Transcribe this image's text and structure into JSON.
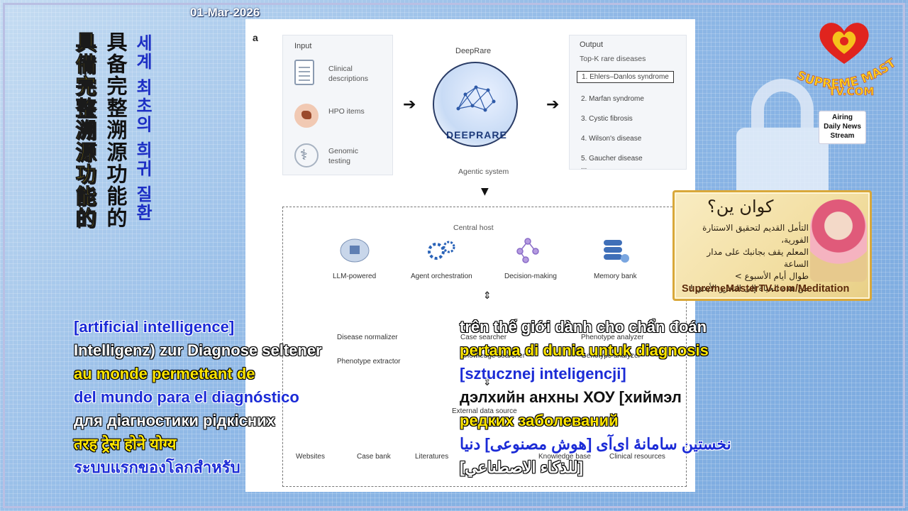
{
  "date": "01-Mar-2026",
  "vertical_captions": {
    "yellow": "具備完整溯源功能的",
    "black": "具备完整溯源功能的",
    "blue": "세계 최초의 희귀 질환"
  },
  "figure": {
    "panel_letter": "a",
    "input_title": "Input",
    "inputs": [
      "Clinical descriptions",
      "HPO items",
      "Genomic testing"
    ],
    "center_title": "DeepRare",
    "logo_text": "DEEPRARE",
    "center_caption": "Agentic system",
    "output_title": "Output",
    "output_subtitle": "Top-K rare diseases",
    "outputs": [
      "1. Ehlers–Danlos syndrome",
      "2. Marfan syndrome",
      "3. Cystic fibrosis",
      "4. Wilson's disease",
      "5. Gaucher disease",
      "..."
    ],
    "central_host": "Central host",
    "host_items": [
      "LLM-powered",
      "Agent orchestration",
      "Decision-making",
      "Memory bank"
    ],
    "tools": [
      "Disease normalizer",
      "Phenotype extractor",
      "Case searcher",
      "Knowledge searcher",
      "Phenotype analyzer",
      "Genotype analyzer"
    ],
    "external_title": "External data source",
    "sources": [
      "Websites",
      "Case bank",
      "Literatures",
      "Knowledge base",
      "Clinical resources"
    ]
  },
  "logo": {
    "name": "SUPREME MASTER TV.COM",
    "airing": [
      "Airing",
      "Daily News",
      "Stream"
    ]
  },
  "meditation_ad": {
    "title": "كوان ين؟",
    "lines": [
      "التأمل القديم لتحقيق الاستنارة الفورية،",
      "المعلم يقف بجانبك على مدار الساعة",
      "طوال أيام الأسبوع >",
      "من هذه الحياة إلى التحرر الأبدي !"
    ],
    "url": "SupremeMasterTV.com/Meditation"
  },
  "subtitles_left": [
    {
      "text": "[artificial intelligence]",
      "color": "blue"
    },
    {
      "text": "Intelligenz) zur Diagnose seltener",
      "color": "white"
    },
    {
      "text": "au monde permettant de",
      "color": "yellow"
    },
    {
      "text": "del mundo para el diagnóstico",
      "color": "blue"
    },
    {
      "text": "для діагностики рідкісних",
      "color": "white"
    },
    {
      "text": "तरह ट्रेस होने योग्य",
      "color": "yellow"
    },
    {
      "text": "ระบบแรกของโลกสำหรับ",
      "color": "blue"
    }
  ],
  "subtitles_right": [
    {
      "text": "trên thế giới dành cho chẩn đoán",
      "color": "white"
    },
    {
      "text": "pertama di dunia untuk diagnosis",
      "color": "yellow"
    },
    {
      "text": "[sztucznej inteligencji]",
      "color": "blue"
    },
    {
      "text": "дэлхийн анхны ХОУ [хиймэл",
      "color": "black"
    },
    {
      "text": "редких заболеваний",
      "color": "yellow"
    },
    {
      "text": "نخستین سامانهٔ ای‌آی [هوش مصنوعی] دنیا",
      "color": "blue"
    },
    {
      "text": "[للذكاء الاصطناعي]",
      "color": "white"
    }
  ],
  "colors": {
    "blue": "#1b2bd6",
    "yellow": "#ffe600",
    "white": "#ffffff",
    "black": "#111111",
    "ad_border": "#d9a83a"
  }
}
